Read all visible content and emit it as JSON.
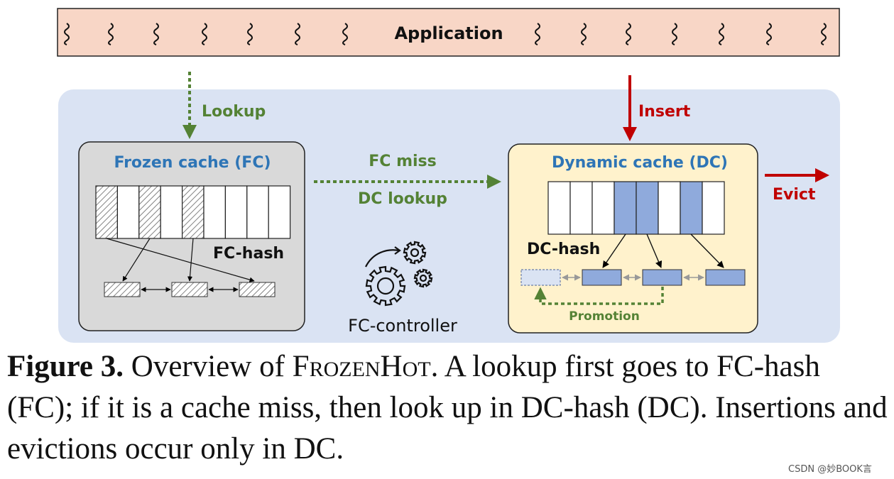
{
  "app_bar": {
    "label": "Application"
  },
  "arrows": {
    "lookup": "Lookup",
    "insert": "Insert",
    "fc_miss": "FC miss",
    "dc_lookup": "DC lookup",
    "evict": "Evict",
    "promotion": "Promotion"
  },
  "frozen_cache": {
    "title": "Frozen cache (FC)",
    "hash_label": "FC-hash"
  },
  "dynamic_cache": {
    "title": "Dynamic cache (DC)",
    "hash_label": "DC-hash"
  },
  "controller": {
    "label": "FC-controller"
  },
  "caption": {
    "figure": "Figure 3.",
    "text_1": " Overview of ",
    "system": "FrozenHot",
    "text_2": ". A lookup first goes to FC-hash (FC); if it is a cache miss, then look up in DC-hash (DC). Insertions and evictions occur only in DC."
  },
  "watermark": "CSDN @妙BOOK言",
  "colors": {
    "app_fill": "#f8d6c6",
    "panel_fill": "#dae3f3",
    "fc_fill": "#d9d9d9",
    "dc_fill": "#fff2cc",
    "blue_title": "#2e75b6",
    "green": "#548235",
    "red": "#c00000",
    "slot_blue": "#8faadc"
  }
}
